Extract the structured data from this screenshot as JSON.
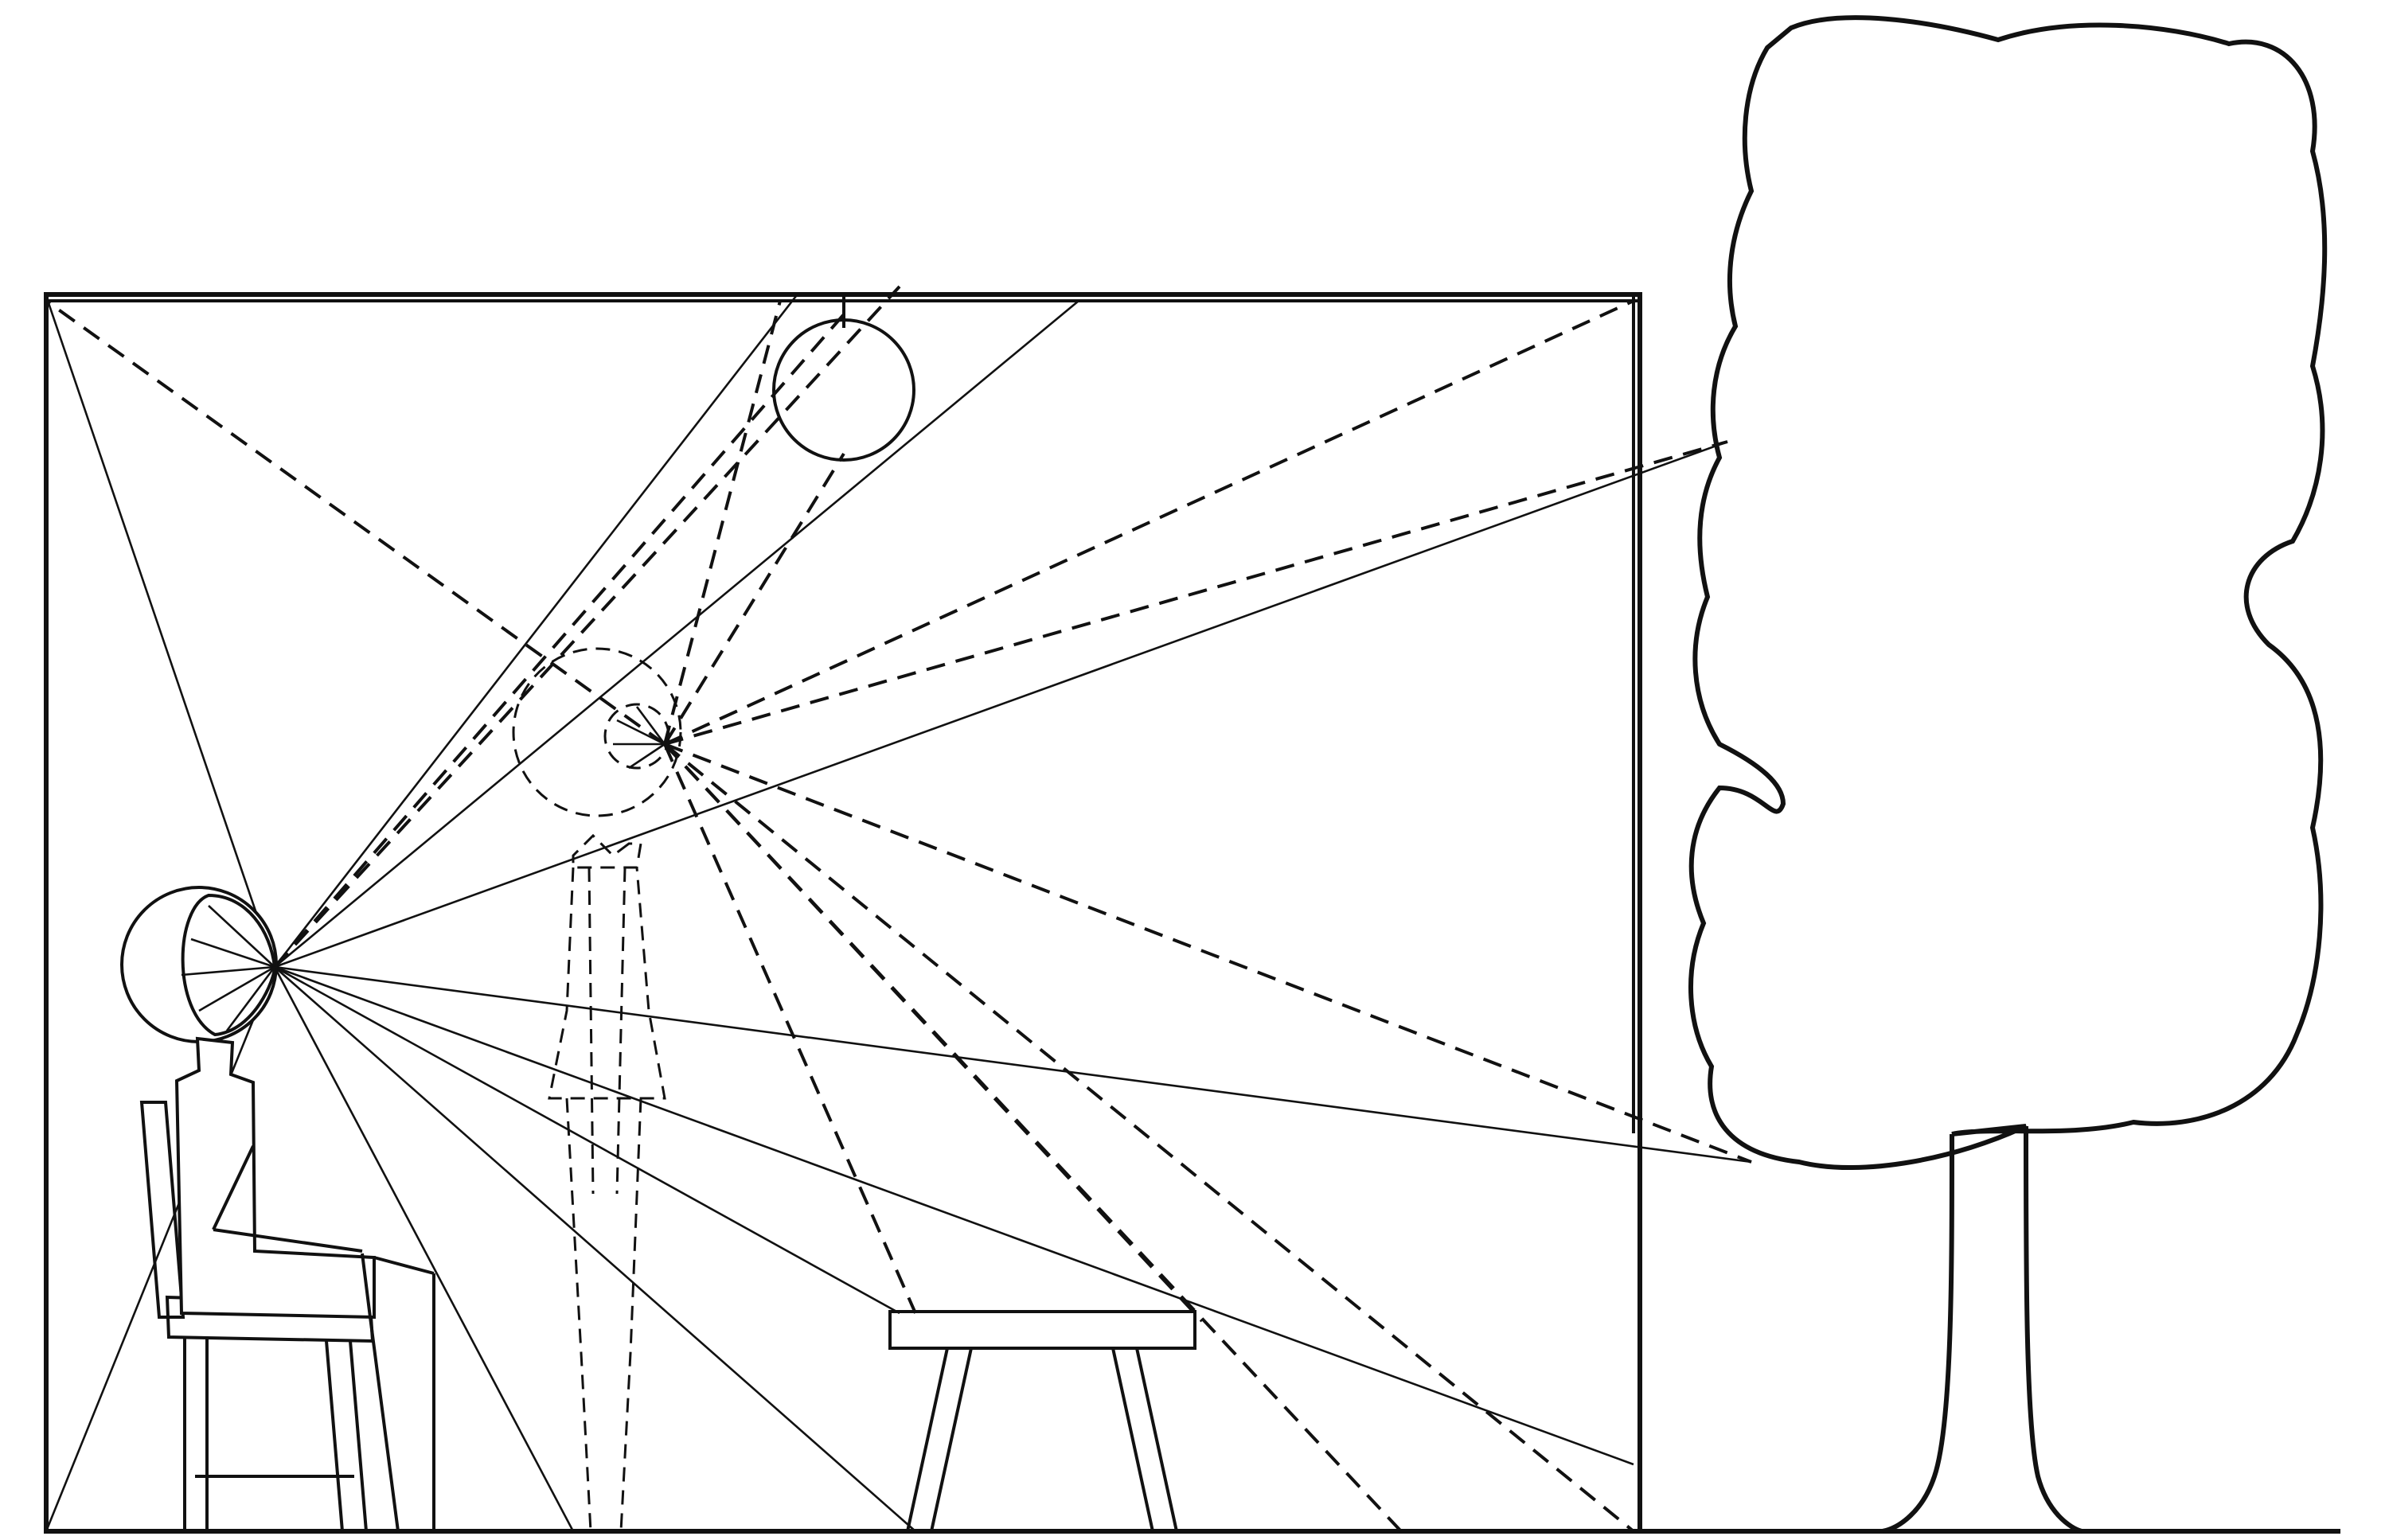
{
  "diagram": {
    "kind": "sightline-line-drawing",
    "colors": {
      "ink": "#111111",
      "background": "#ffffff"
    },
    "elements": [
      "room-outline",
      "ceiling-lamp",
      "seated-person",
      "chair",
      "standing-person",
      "table",
      "tree",
      "ground-line",
      "seated-eye-sightlines",
      "standing-eye-sightlines"
    ]
  }
}
